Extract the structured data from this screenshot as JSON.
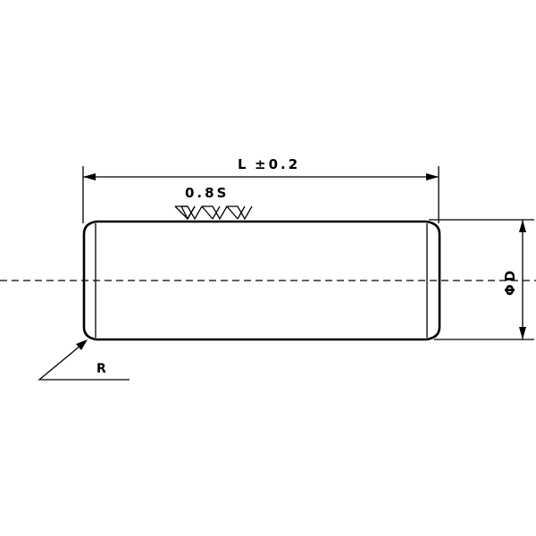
{
  "dimensions": {
    "length_label": "L",
    "length_tolerance": "±0.2",
    "diameter_label": "ΦD",
    "radius_label": "R",
    "surface_finish": "0.8S"
  },
  "colors": {
    "line": "#000000",
    "background": "#ffffff"
  }
}
